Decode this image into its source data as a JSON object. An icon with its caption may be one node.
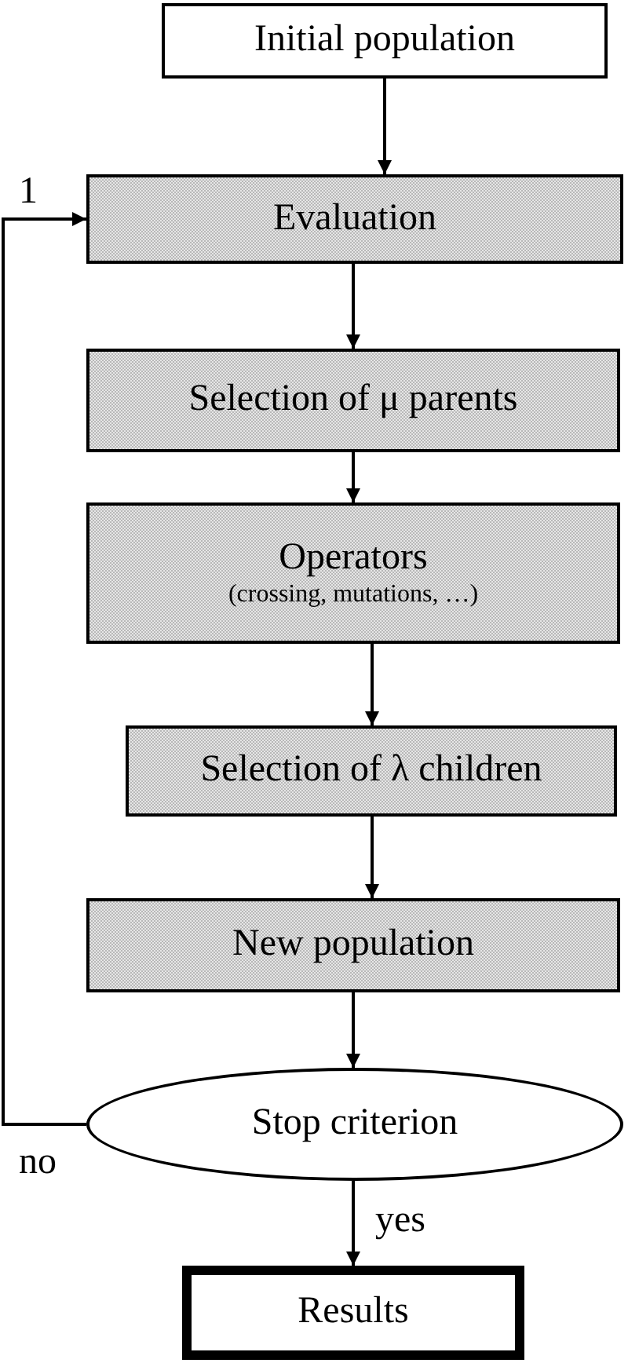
{
  "diagram": {
    "nodes": [
      {
        "text": [
          "Initial population"
        ]
      },
      {
        "text": [
          "Evaluation"
        ]
      },
      {
        "text": [
          "Selection of μ parents"
        ]
      },
      {
        "text": [
          "Operators",
          "(crossing, mutations, …)"
        ]
      },
      {
        "text": [
          "Selection of λ children"
        ]
      },
      {
        "text": [
          "New population"
        ]
      },
      {
        "text": [
          "Stop criterion"
        ]
      },
      {
        "text": [
          "Results"
        ]
      }
    ],
    "edges": [
      {
        "from": 0,
        "to": 1,
        "arrow": "to"
      },
      {
        "from": 1,
        "to": 2,
        "arrow": "to"
      },
      {
        "from": 2,
        "to": 3,
        "arrow": "to"
      },
      {
        "from": 3,
        "to": 4,
        "arrow": "to"
      },
      {
        "from": 4,
        "to": 5,
        "arrow": "to"
      },
      {
        "from": 5,
        "to": 6,
        "arrow": "to"
      },
      {
        "from": 6,
        "to": 1,
        "arrow": "to",
        "label": "no"
      },
      {
        "from": 6,
        "to": 7,
        "arrow": "to",
        "label": "yes"
      }
    ],
    "labels": [
      "1"
    ]
  }
}
